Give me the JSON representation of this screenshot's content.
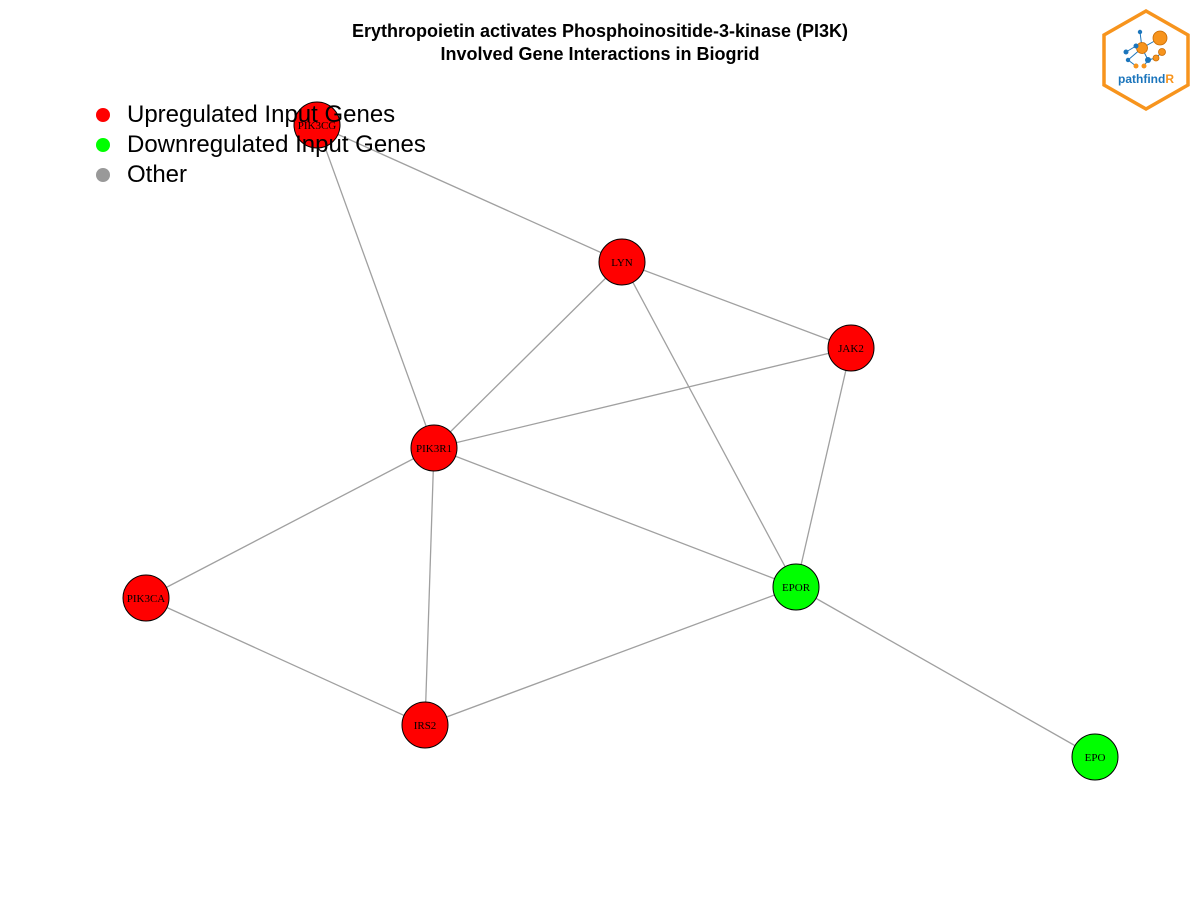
{
  "title": {
    "line1": "Erythropoietin activates Phosphoinositide-3-kinase (PI3K)",
    "line2": "Involved Gene Interactions in Biogrid"
  },
  "legend": {
    "items": [
      {
        "label": "Upregulated Input Genes",
        "color": "#ff0000"
      },
      {
        "label": "Downregulated Input Genes",
        "color": "#00ff00"
      },
      {
        "label": "Other",
        "color": "#999999"
      }
    ]
  },
  "logo": {
    "text_main": "pathfind",
    "text_accent": "R",
    "icon": "network-hexagon-logo",
    "border_color": "#f7941d",
    "text_color": "#1b75bc"
  },
  "network": {
    "nodes": [
      {
        "id": "PIK3CG",
        "label": "PIK3CG",
        "regulation": "up"
      },
      {
        "id": "LYN",
        "label": "LYN",
        "regulation": "up"
      },
      {
        "id": "JAK2",
        "label": "JAK2",
        "regulation": "up"
      },
      {
        "id": "PIK3R1",
        "label": "PIK3R1",
        "regulation": "up"
      },
      {
        "id": "PIK3CA",
        "label": "PIK3CA",
        "regulation": "up"
      },
      {
        "id": "IRS2",
        "label": "IRS2",
        "regulation": "up"
      },
      {
        "id": "EPOR",
        "label": "EPOR",
        "regulation": "down"
      },
      {
        "id": "EPO",
        "label": "EPO",
        "regulation": "down"
      }
    ],
    "edges": [
      [
        "PIK3CG",
        "LYN"
      ],
      [
        "PIK3CG",
        "PIK3R1"
      ],
      [
        "LYN",
        "JAK2"
      ],
      [
        "LYN",
        "PIK3R1"
      ],
      [
        "LYN",
        "EPOR"
      ],
      [
        "JAK2",
        "PIK3R1"
      ],
      [
        "JAK2",
        "EPOR"
      ],
      [
        "PIK3R1",
        "PIK3CA"
      ],
      [
        "PIK3R1",
        "IRS2"
      ],
      [
        "PIK3R1",
        "EPOR"
      ],
      [
        "PIK3CA",
        "IRS2"
      ],
      [
        "IRS2",
        "EPOR"
      ],
      [
        "EPOR",
        "EPO"
      ]
    ],
    "colors": {
      "up": "#ff0000",
      "down": "#00ff00",
      "other": "#999999",
      "edge": "#a0a0a0"
    }
  }
}
